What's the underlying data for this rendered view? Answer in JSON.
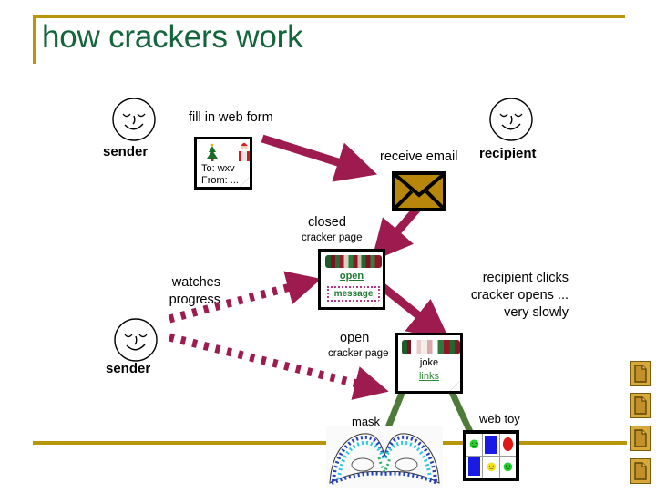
{
  "slide": {
    "title": "how crackers work",
    "title_color": "#14653b",
    "rule_color": "#b8960c",
    "background": "#ffffff"
  },
  "actors": [
    {
      "name": "sender-top",
      "label": "sender",
      "icon": "smiley-face-icon"
    },
    {
      "name": "recipient-top",
      "label": "recipient",
      "icon": "smiley-face-icon"
    },
    {
      "name": "sender-bottom",
      "label": "sender",
      "icon": "smiley-face-icon"
    }
  ],
  "steps": {
    "fill_in_web_form": "fill in web form",
    "receive_email": "receive email",
    "watches_progress_line1": "watches",
    "watches_progress_line2": "progress",
    "recipient_clicks_line1": "recipient clicks",
    "recipient_clicks_line2": "cracker opens ...",
    "recipient_clicks_line3": "very slowly"
  },
  "web_form": {
    "name": "web-form-page",
    "to_line": "To: wxv",
    "from_line": "From: ...",
    "icons": [
      "christmas-tree-icon",
      "santa-icon"
    ]
  },
  "email": {
    "name": "email-envelope",
    "fill_color": "#b8860b",
    "stroke_color": "#000000"
  },
  "closed_cracker_page": {
    "caption_big": "closed",
    "caption_small": "cracker page",
    "open_link": "open",
    "message_label": "message",
    "cracker_icon": "christmas-cracker-closed-icon"
  },
  "open_cracker_page": {
    "caption_big": "open",
    "caption_small": "cracker page",
    "joke_label": "joke",
    "links_label": "links",
    "cracker_icon": "christmas-cracker-open-icon"
  },
  "outputs": [
    {
      "name": "mask-thumbnail",
      "label": "mask",
      "icon": "carnival-mask-icon"
    },
    {
      "name": "web-toy-thumbnail",
      "label": "web toy",
      "icon": "smiley-grid-icon"
    }
  ],
  "web_toy_grid": {
    "cells": [
      {
        "kind": "smiley",
        "color": "#22d22a"
      },
      {
        "kind": "square",
        "color": "#1a1ae6"
      },
      {
        "kind": "circle",
        "color": "#e01717"
      },
      {
        "kind": "square",
        "color": "#1a1ae6"
      },
      {
        "kind": "smiley",
        "color": "#f2e41b"
      },
      {
        "kind": "smiley",
        "color": "#22d22a"
      }
    ]
  },
  "arrows": {
    "solid_color": "#9e1b4f",
    "dotted_color": "#9e1b4f",
    "green_color": "#4e7a3a",
    "items": [
      {
        "name": "arrow-form-to-email",
        "style": "solid"
      },
      {
        "name": "arrow-email-to-closed-page",
        "style": "solid"
      },
      {
        "name": "arrow-closed-to-open-page",
        "style": "solid"
      },
      {
        "name": "arrow-sender-watches-upper",
        "style": "dotted"
      },
      {
        "name": "arrow-sender-watches-lower",
        "style": "dotted"
      },
      {
        "name": "link-open-page-to-mask",
        "style": "green-line"
      },
      {
        "name": "link-open-page-to-web-toy",
        "style": "green-line"
      }
    ]
  },
  "doc_icons": {
    "count": 4,
    "name": "document-icon",
    "fill": "#d8a93a",
    "stroke": "#8a6a10"
  }
}
